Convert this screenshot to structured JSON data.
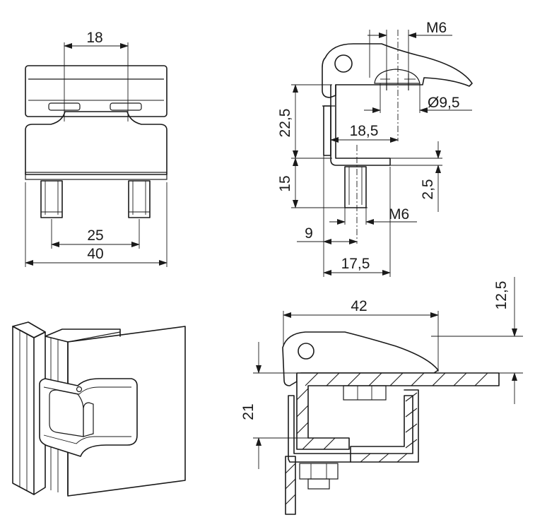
{
  "dimensions": {
    "front_top_width": "18",
    "front_pin_spacing": "25",
    "front_overall_width": "40",
    "side_thread_top": "M6",
    "side_bore_diameter": "Ø9,5",
    "side_height_upper": "22,5",
    "side_offset": "18,5",
    "side_height_lower": "15",
    "side_step": "2,5",
    "side_thread_bottom": "M6",
    "side_pin_offset": "9",
    "side_base_width": "17,5",
    "install_length": "42",
    "install_edge_height": "12,5",
    "install_height": "21"
  },
  "icons": {
    "front_view": "hinge-front-view-drawing",
    "side_view": "hinge-side-view-drawing",
    "isometric_view": "hinge-isometric-view",
    "install_section": "hinge-mounting-section-drawing"
  }
}
